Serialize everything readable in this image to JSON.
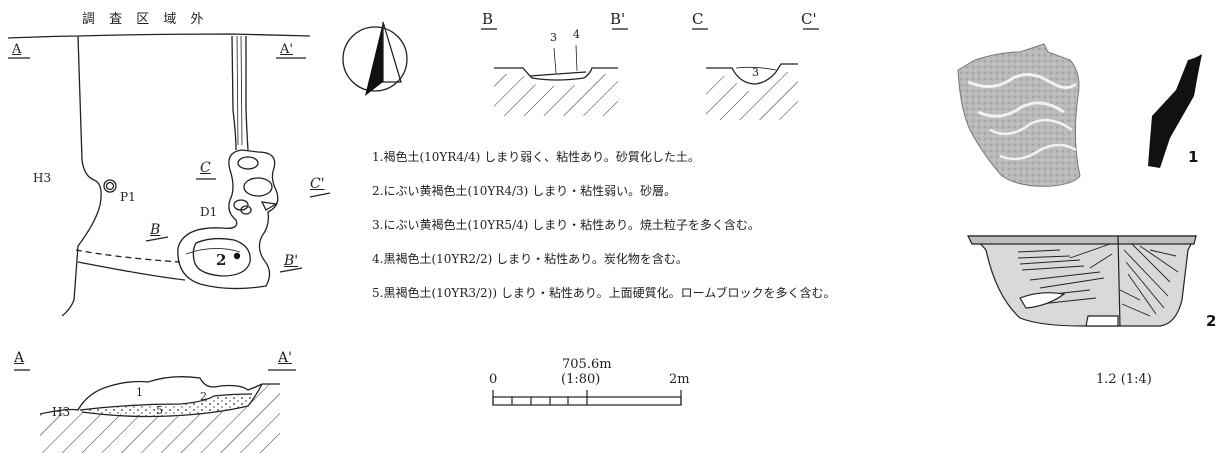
{
  "plan": {
    "area_label": "調 査 区 域 外",
    "section_a": "A",
    "section_a_prime": "A'",
    "section_b": "B",
    "section_b_prime": "B'",
    "section_c": "C",
    "section_c_prime": "C'",
    "h3": "H3",
    "p1": "P1",
    "d1": "D1",
    "find_2": "2"
  },
  "section_bb": {
    "label_left": "B",
    "label_right": "B'",
    "layer_3": "3",
    "layer_4": "4"
  },
  "section_cc": {
    "label_left": "C",
    "label_right": "C'",
    "layer_3": "3"
  },
  "section_aa": {
    "label_left": "A",
    "label_right": "A'",
    "h3": "H3",
    "layer_1": "1",
    "layer_2": "2",
    "layer_5": "5"
  },
  "legend": [
    "1.褐色土(10YR4/4) しまり弱く、粘性あり。砂質化した土。",
    "2.にぶい黄褐色土(10YR4/3) しまり・粘性弱い。砂層。",
    "3.にぶい黄褐色土(10YR5/4) しまり・粘性あり。焼土粒子を多く含む。",
    "4.黒褐色土(10YR2/2) しまり・粘性あり。炭化物を含む。",
    "5.黒褐色土(10YR3/2)) しまり・粘性あり。上面硬質化。ロームブロックを多く含む。"
  ],
  "scale_bar": {
    "elevation": "705.6m",
    "ratio": "(1:80)",
    "zero": "0",
    "max": "2m"
  },
  "artifacts": {
    "label_1": "1",
    "label_2": "2",
    "scale_note": "1.2 (1:4)"
  }
}
